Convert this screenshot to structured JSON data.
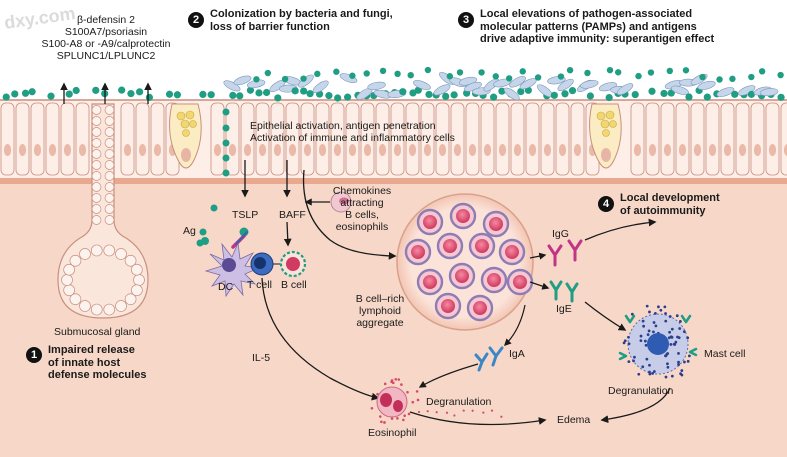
{
  "watermark": "dxy.com",
  "steps": [
    {
      "number": "1",
      "title_lines": [
        "Impaired release",
        "of innate host",
        "defense molecules"
      ]
    },
    {
      "number": "2",
      "title_lines": [
        "Colonization by bacteria and fungi,",
        "loss of barrier function"
      ]
    },
    {
      "number": "3",
      "title_lines": [
        "Local elevations of pathogen-associated",
        "molecular patterns (PAMPs) and antigens",
        "drive adaptive immunity: superantigen effect"
      ]
    },
    {
      "number": "4",
      "title_lines": [
        "Local development",
        "of autoimmunity"
      ]
    }
  ],
  "defense_molecules": [
    "β-defensin 2",
    "S100A7/psoriasin",
    "S100-A8 or -A9/calprotectin",
    "SPLUNC1/LPLUNC2"
  ],
  "epithelial_text": [
    "Epithelial activation, antigen penetration",
    "Activation of immune and inflammatory cells"
  ],
  "labels": {
    "tslp": "TSLP",
    "baff": "BAFF",
    "ag": "Ag",
    "dc": "DC",
    "t_cell": "T cell",
    "b_cell": "B cell",
    "chemokines": [
      "Chemokines",
      "attracting",
      "B cells,",
      "eosinophils"
    ],
    "lymphoid": [
      "B cell–rich",
      "lymphoid",
      "aggregate"
    ],
    "igg": "IgG",
    "ige": "IgE",
    "iga": "IgA",
    "il5": "IL-5",
    "submucosal_gland": "Submucosal gland",
    "degranulation_eos": "Degranulation",
    "eosinophil": "Eosinophil",
    "edema": "Edema",
    "degranulation_mast": "Degranulation",
    "mast_cell": "Mast cell"
  },
  "colors": {
    "tissue": "#f6d3c2",
    "tissue_dark": "#ecb7a0",
    "epithelium": "#fdeee7",
    "cell_outline": "#c98f7f",
    "bacteria": "#1f9e83",
    "fungi": "#c6d6ea",
    "fungi_outline": "#7e97bb",
    "plasma_cell": "#e0587a",
    "plasma_ring": "#8e7db4",
    "goblet": "#f4de82",
    "arrow": "#1a1a1a"
  }
}
